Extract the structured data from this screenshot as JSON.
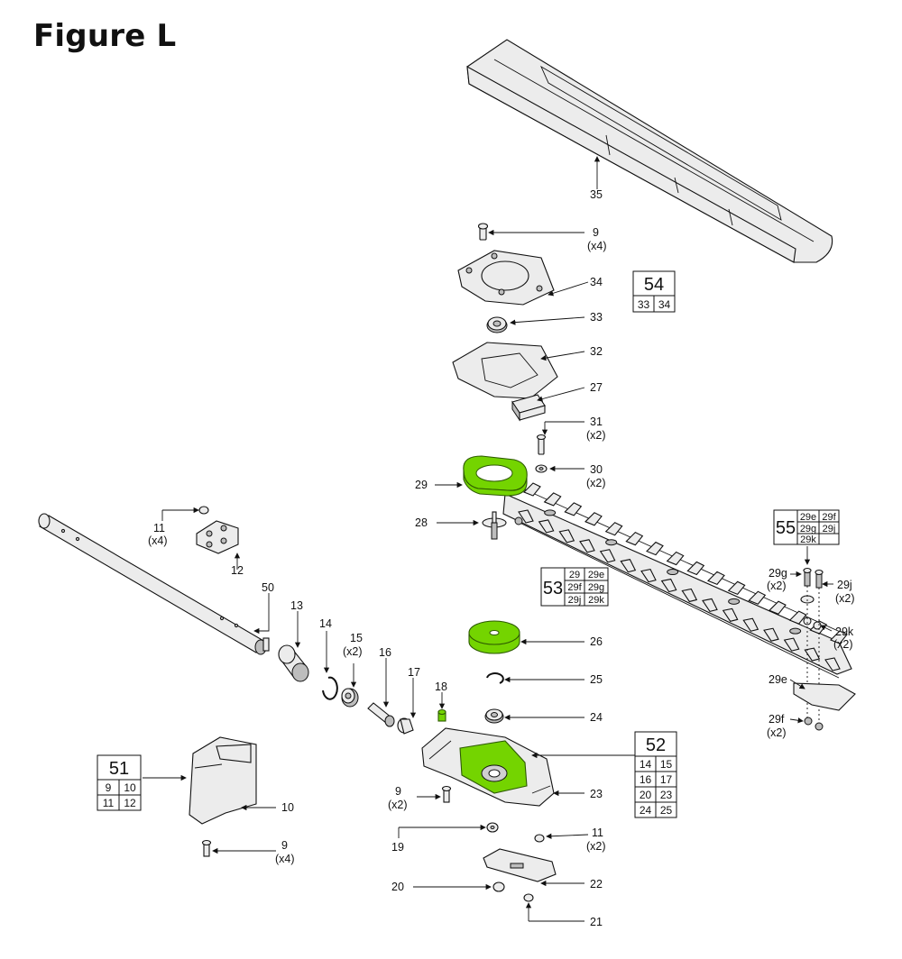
{
  "title": "Figure L",
  "colors": {
    "highlight": "#74D400",
    "line": "#111111",
    "part_fill": "#ECECEC"
  },
  "callouts": [
    {
      "id": "35",
      "text": "35"
    },
    {
      "id": "9a",
      "text": "9",
      "qty": "(x4)"
    },
    {
      "id": "34",
      "text": "34"
    },
    {
      "id": "33",
      "text": "33"
    },
    {
      "id": "32",
      "text": "32"
    },
    {
      "id": "27",
      "text": "27"
    },
    {
      "id": "31",
      "text": "31",
      "qty": "(x2)"
    },
    {
      "id": "30",
      "text": "30",
      "qty": "(x2)"
    },
    {
      "id": "29",
      "text": "29"
    },
    {
      "id": "28",
      "text": "28"
    },
    {
      "id": "11a",
      "text": "11",
      "qty": "(x4)"
    },
    {
      "id": "12",
      "text": "12"
    },
    {
      "id": "50",
      "text": "50"
    },
    {
      "id": "13",
      "text": "13"
    },
    {
      "id": "14",
      "text": "14"
    },
    {
      "id": "15",
      "text": "15",
      "qty": "(x2)"
    },
    {
      "id": "16",
      "text": "16"
    },
    {
      "id": "17",
      "text": "17"
    },
    {
      "id": "18",
      "text": "18"
    },
    {
      "id": "26",
      "text": "26"
    },
    {
      "id": "25",
      "text": "25"
    },
    {
      "id": "24",
      "text": "24"
    },
    {
      "id": "23",
      "text": "23"
    },
    {
      "id": "9b",
      "text": "9",
      "qty": "(x2)"
    },
    {
      "id": "10",
      "text": "10"
    },
    {
      "id": "9c",
      "text": "9",
      "qty": "(x4)"
    },
    {
      "id": "19",
      "text": "19"
    },
    {
      "id": "11b",
      "text": "11",
      "qty": "(x2)"
    },
    {
      "id": "20",
      "text": "20"
    },
    {
      "id": "22",
      "text": "22"
    },
    {
      "id": "21",
      "text": "21"
    },
    {
      "id": "29g",
      "text": "29g",
      "qty": "(x2)"
    },
    {
      "id": "29j",
      "text": "29j",
      "qty": "(x2)"
    },
    {
      "id": "29k",
      "text": "29k",
      "qty": "(x2)"
    },
    {
      "id": "29e",
      "text": "29e"
    },
    {
      "id": "29f",
      "text": "29f",
      "qty": "(x2)"
    }
  ],
  "kits": [
    {
      "id": "54",
      "number": "54",
      "items": [
        "33",
        "34"
      ]
    },
    {
      "id": "55",
      "number": "55",
      "items": [
        "29e",
        "29f",
        "29g",
        "29j",
        "29k"
      ]
    },
    {
      "id": "53",
      "number": "53",
      "items": [
        "29",
        "29e",
        "29f",
        "29g",
        "29j",
        "29k"
      ]
    },
    {
      "id": "51",
      "number": "51",
      "items": [
        "9",
        "10",
        "11",
        "12"
      ]
    },
    {
      "id": "52",
      "number": "52",
      "items": [
        "14",
        "15",
        "16",
        "17",
        "20",
        "23",
        "24",
        "25"
      ]
    }
  ]
}
